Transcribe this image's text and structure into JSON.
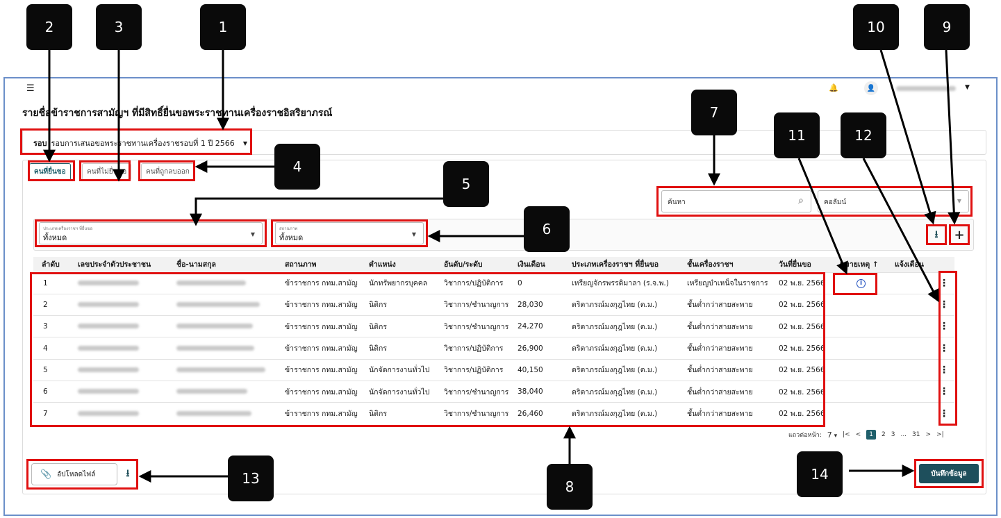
{
  "page": {
    "title": "รายชื่อข้าราชการสามัญฯ ที่มีสิทธิ์ยื่นขอพระราชทานเครื่องราชอิสริยาภรณ์",
    "round_label": "รอบ",
    "round_value": "รอบการเสนอขอพระราชทานเครื่องราชรอบที่ 1 ปี 2566"
  },
  "tabs": [
    {
      "label": "คนที่ยื่นขอ"
    },
    {
      "label": "คนที่ไม่ยื่นขอ"
    },
    {
      "label": "คนที่ถูกลบออก"
    }
  ],
  "filters": {
    "type_label": "ประเภทเครื่องราชฯ ที่ยื่นขอ",
    "type_value": "ทั้งหมด",
    "status_label": "สถานภาพ",
    "status_value": "ทั้งหมด"
  },
  "search": {
    "placeholder": "ค้นหา",
    "column_value": "คอลัมน์"
  },
  "table": {
    "headers": [
      "ลำดับ",
      "เลขประจำตัวประชาชน",
      "ชื่อ-นามสกุล",
      "สถานภาพ",
      "ตำแหน่ง",
      "อันดับ/ระดับ",
      "เงินเดือน",
      "ประเภทเครื่องราชฯ ที่ยื่นขอ",
      "ชั้นเครื่องราชฯ",
      "วันที่ยื่นขอ",
      "หมายเหตุ ↑",
      "แจ้งเตือน"
    ],
    "rows": [
      {
        "no": "1",
        "status": "ข้าราชการ กทม.สามัญ",
        "position": "นักทรัพยากรบุคคล",
        "level": "วิชาการ/ปฏิบัติการ",
        "salary": "0",
        "type": "เหรียญจักรพรรดิมาลา (ร.จ.พ.)",
        "class": "เหรียญบำเหน็จในราชการ",
        "date": "02 พ.ย. 2566"
      },
      {
        "no": "2",
        "status": "ข้าราชการ กทม.สามัญ",
        "position": "นิติกร",
        "level": "วิชาการ/ชำนาญการ",
        "salary": "28,030",
        "type": "ตริตาภรณ์มงกุฎไทย (ต.ม.)",
        "class": "ชั้นต่ำกว่าสายสะพาย",
        "date": "02 พ.ย. 2566"
      },
      {
        "no": "3",
        "status": "ข้าราชการ กทม.สามัญ",
        "position": "นิติกร",
        "level": "วิชาการ/ชำนาญการ",
        "salary": "24,270",
        "type": "ตริตาภรณ์มงกุฎไทย (ต.ม.)",
        "class": "ชั้นต่ำกว่าสายสะพาย",
        "date": "02 พ.ย. 2566"
      },
      {
        "no": "4",
        "status": "ข้าราชการ กทม.สามัญ",
        "position": "นิติกร",
        "level": "วิชาการ/ปฏิบัติการ",
        "salary": "26,900",
        "type": "ตริตาภรณ์มงกุฎไทย (ต.ม.)",
        "class": "ชั้นต่ำกว่าสายสะพาย",
        "date": "02 พ.ย. 2566"
      },
      {
        "no": "5",
        "status": "ข้าราชการ กทม.สามัญ",
        "position": "นักจัดการงานทั่วไป",
        "level": "วิชาการ/ปฏิบัติการ",
        "salary": "40,150",
        "type": "ตริตาภรณ์มงกุฎไทย (ต.ม.)",
        "class": "ชั้นต่ำกว่าสายสะพาย",
        "date": "02 พ.ย. 2566"
      },
      {
        "no": "6",
        "status": "ข้าราชการ กทม.สามัญ",
        "position": "นักจัดการงานทั่วไป",
        "level": "วิชาการ/ชำนาญการ",
        "salary": "38,040",
        "type": "ตริตาภรณ์มงกุฎไทย (ต.ม.)",
        "class": "ชั้นต่ำกว่าสายสะพาย",
        "date": "02 พ.ย. 2566"
      },
      {
        "no": "7",
        "status": "ข้าราชการ กทม.สามัญ",
        "position": "นิติกร",
        "level": "วิชาการ/ชำนาญการ",
        "salary": "26,460",
        "type": "ตริตาภรณ์มงกุฎไทย (ต.ม.)",
        "class": "ชั้นต่ำกว่าสายสะพาย",
        "date": "02 พ.ย. 2566"
      }
    ]
  },
  "pagination": {
    "rows_per_page_label": "แถวต่อหน้า:",
    "rows_per_page_value": "7",
    "pages": [
      "1",
      "2",
      "3",
      "...",
      "31"
    ],
    "current_page": "1"
  },
  "upload": {
    "label": "อัปโหลดไฟล์"
  },
  "save": {
    "label": "บันทึกข้อมูล"
  },
  "callouts": [
    "1",
    "2",
    "3",
    "4",
    "5",
    "6",
    "7",
    "8",
    "9",
    "10",
    "11",
    "12",
    "13",
    "14"
  ],
  "colors": {
    "highlight": "#e01010",
    "primary": "#1e4f5c",
    "info": "#1f4fbf",
    "frame": "#6b8fc9"
  },
  "icons": [
    "menu-collapse-icon",
    "bell-icon",
    "user-icon",
    "chevron-down-icon",
    "search-icon",
    "download-icon",
    "plus-icon",
    "info-icon",
    "kebab-icon",
    "paperclip-icon"
  ]
}
